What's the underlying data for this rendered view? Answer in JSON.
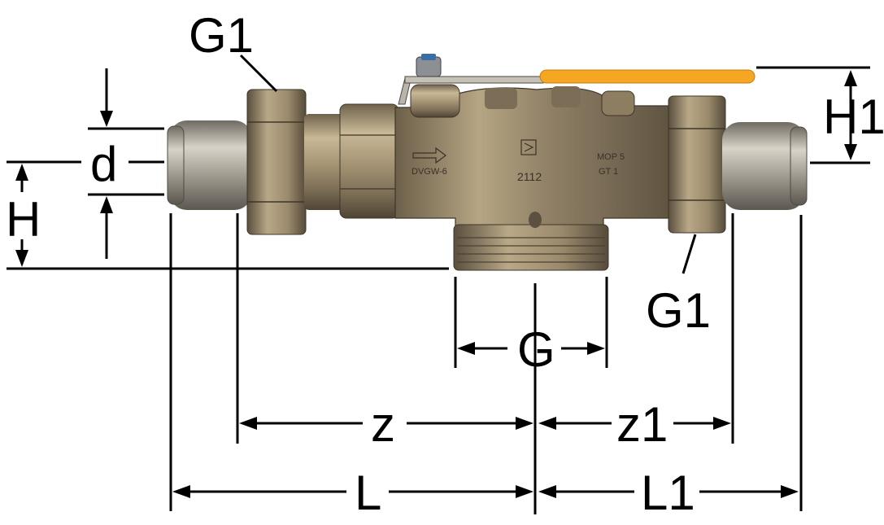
{
  "diagram": {
    "labels": {
      "g1_top": "G1",
      "g1_bottom": "G1",
      "h1": "H1",
      "d": "d",
      "h": "H",
      "g": "G",
      "z": "z",
      "z1": "z1",
      "l": "L",
      "l1": "L1"
    },
    "body_markings": {
      "left": "DVGW-6",
      "center_number": "2112",
      "right_line1": "MOP 5",
      "right_line2": "GT 1"
    },
    "colors": {
      "background": "#ffffff",
      "lines": "#000000",
      "brass": "#8a7a60",
      "brass_dark": "#5e5240",
      "brass_light": "#c9b99a",
      "handle": "#f5a623",
      "steel": "#b9b5ad"
    }
  }
}
